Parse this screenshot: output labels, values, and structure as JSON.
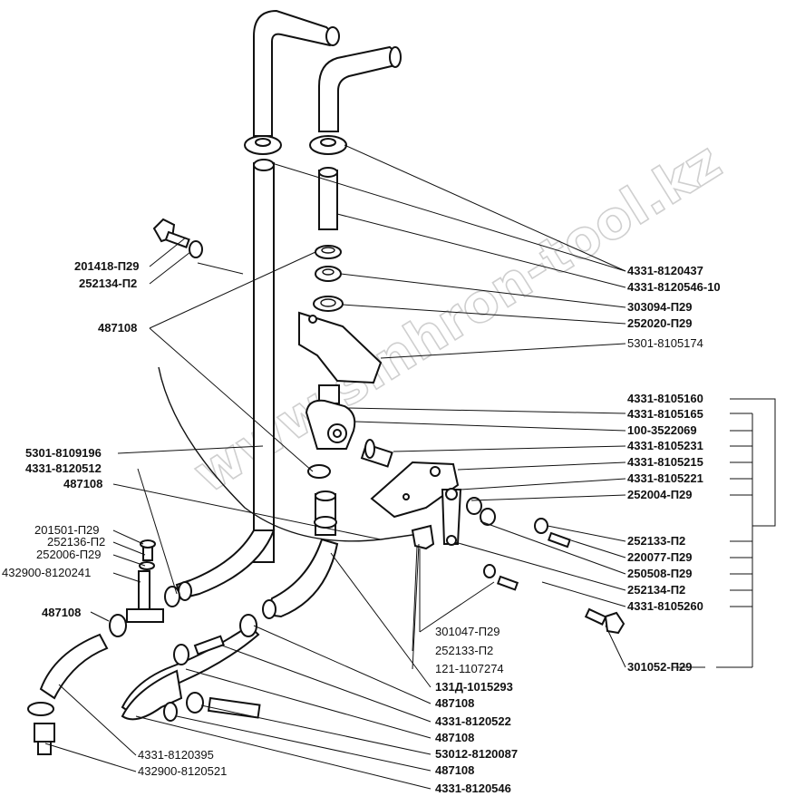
{
  "watermark": "www.sinhron-tool.kz",
  "labels": {
    "l_201418": "201418-П29",
    "l_252134a": "252134-П2",
    "l_487108a": "487108",
    "l_5301_8109196": "5301-8109196",
    "l_4331_8120512": "4331-8120512",
    "l_487108b": "487108",
    "l_201501": "201501-П29",
    "l_252136": "252136-П2",
    "l_252006": "252006-П29",
    "l_432900_8120241": "432900-8120241",
    "l_487108c": "487108",
    "l_4331_8120395": "4331-8120395",
    "l_432900_8120521": "432900-8120521",
    "l_4331_8120437": "4331-8120437",
    "l_4331_8120546_10": "4331-8120546-10",
    "l_303094": "303094-П29",
    "l_252020": "252020-П29",
    "l_5301_8105174": "5301-8105174",
    "l_4331_8105160": "4331-8105160",
    "l_4331_8105165": "4331-8105165",
    "l_100_3522069": "100-3522069",
    "l_4331_8105231": "4331-8105231",
    "l_4331_8105215": "4331-8105215",
    "l_4331_8105221": "4331-8105221",
    "l_252004": "252004-П29",
    "l_252133a": "252133-П2",
    "l_220077": "220077-П29",
    "l_250508": "250508-П29",
    "l_252134b": "252134-П2",
    "l_4331_8105260": "4331-8105260",
    "l_301047": "301047-П29",
    "l_252133b": "252133-П2",
    "l_301052": "301052-П29",
    "l_121_1107274": "121-1107274",
    "l_131d": "131Д-1015293",
    "l_487108d": "487108",
    "l_4331_8120522": "4331-8120522",
    "l_487108e": "487108",
    "l_53012_8120087": "53012-8120087",
    "l_487108f": "487108",
    "l_4331_8120546": "4331-8120546"
  }
}
